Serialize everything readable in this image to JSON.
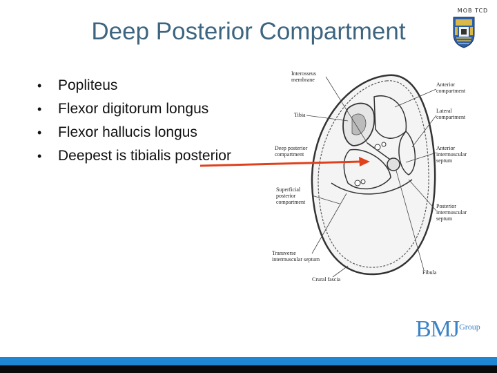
{
  "slide": {
    "title": "Deep Posterior Compartment",
    "org_label": "MOB TCD",
    "bullets": [
      "Popliteus",
      "Flexor digitorum longus",
      "Flexor hallucis longus",
      "Deepest is tibialis posterior"
    ],
    "bullet_glyph": "•"
  },
  "figure": {
    "labels": {
      "interosseus": [
        "Interosseus",
        "membrane"
      ],
      "anterior": [
        "Anterior",
        "compartment"
      ],
      "tibia": "Tibia",
      "lateral": [
        "Lateral",
        "compartment"
      ],
      "deep_posterior": [
        "Deep posterior",
        "compartment"
      ],
      "anterior_septum": [
        "Anterior",
        "intermuscular",
        "septum"
      ],
      "superficial": [
        "Superficial",
        "posterior",
        "compartment"
      ],
      "posterior_septum": [
        "Posterior",
        "intermuscular",
        "septum"
      ],
      "transverse": [
        "Transverse",
        "intermuscular septum"
      ],
      "fibula": "Fibula",
      "crural": "Crural fascia"
    },
    "arrow_color": "#e0401c"
  },
  "logo": {
    "main": "BMJ",
    "sub": "Group",
    "color": "#3a83c6"
  },
  "footer": {
    "blue": "#1e86d2",
    "black": "#0a0a0a"
  }
}
